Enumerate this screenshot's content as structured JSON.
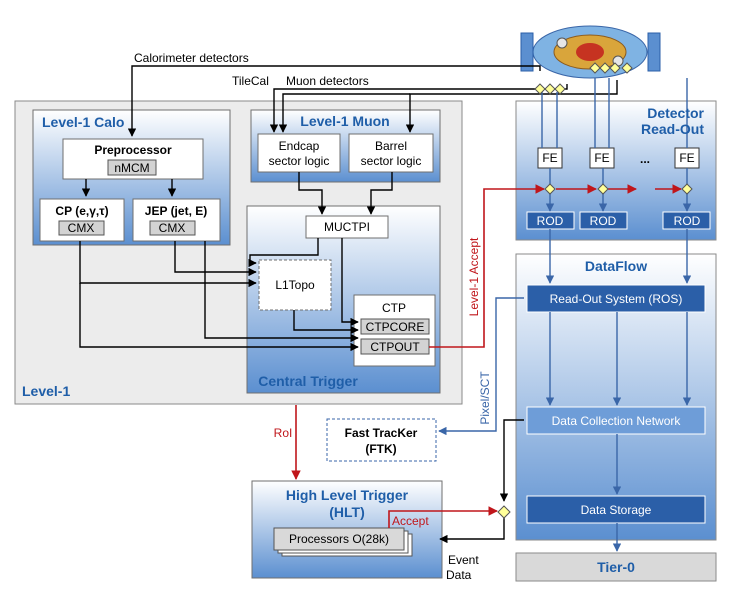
{
  "labels": {
    "calorimeter_detectors": "Calorimeter detectors",
    "tilecal": "TileCal",
    "muon_detectors": "Muon detectors",
    "level1_calo": "Level-1 Calo",
    "preprocessor": "Preprocessor",
    "nmcm": "nMCM",
    "cp": "CP (e,γ,τ)",
    "jep": "JEP (jet, E)",
    "cmx": "CMX",
    "level1_muon": "Level-1 Muon",
    "endcap_1": "Endcap",
    "endcap_2": "sector logic",
    "barrel_1": "Barrel",
    "barrel_2": "sector logic",
    "muctpi": "MUCTPI",
    "l1topo": "L1Topo",
    "ctp": "CTP",
    "ctpcore": "CTPCORE",
    "ctpout": "CTPOUT",
    "central_trigger": "Central Trigger",
    "level1": "Level-1",
    "level1_accept": "Level-1 Accept",
    "detector_readout_1": "Detector",
    "detector_readout_2": "Read-Out",
    "fe": "FE",
    "ellipsis": "...",
    "rod": "ROD",
    "dataflow": "DataFlow",
    "ros": "Read-Out System (ROS)",
    "pixel_sct": "Pixel/SCT",
    "dcn": "Data Collection Network",
    "data_storage": "Data Storage",
    "tier0": "Tier-0",
    "roi": "RoI",
    "ftk_1": "Fast TracKer",
    "ftk_2": "(FTK)",
    "hlt_1": "High Level Trigger",
    "hlt_2": "(HLT)",
    "accept": "Accept",
    "processors": "Processors O(28k)",
    "event_1": "Event",
    "event_2": "Data"
  },
  "colors": {
    "accent_blue": "#1f5ea8",
    "dark_blue": "#2b5fa8",
    "accept_red": "#c0161b",
    "diamond_yellow": "#ffff99"
  },
  "icons": {
    "detector": "atlas-detector-icon",
    "junction": "yellow-diamond-junction-icon"
  }
}
